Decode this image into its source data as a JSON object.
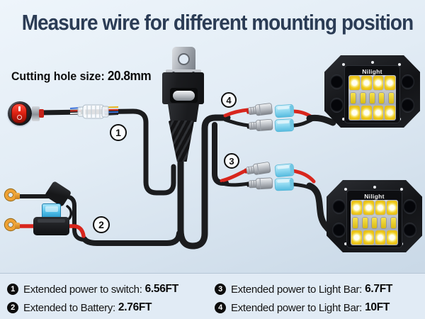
{
  "title": "Measure wire for different mounting position",
  "diagram": {
    "cutting_hole": {
      "label": "Cutting hole size:",
      "value": "20.8mm"
    },
    "brand": "Nilight",
    "callouts": [
      "1",
      "2",
      "3",
      "4"
    ]
  },
  "legend": {
    "items": [
      {
        "num": "1",
        "label": "Extended power to switch:",
        "value": "6.56FT"
      },
      {
        "num": "2",
        "label": "Extended to Battery:",
        "value": "2.76FT"
      },
      {
        "num": "3",
        "label": "Extended power to Light Bar:",
        "value": "6.7FT"
      },
      {
        "num": "4",
        "label": "Extended power to Light Bar:",
        "value": "10FT"
      }
    ]
  },
  "colors": {
    "accent_red": "#d8261d",
    "wire_black": "#1b1c1e",
    "connector_blue": "#8fd9f1",
    "title_navy": "#2b3c55"
  }
}
